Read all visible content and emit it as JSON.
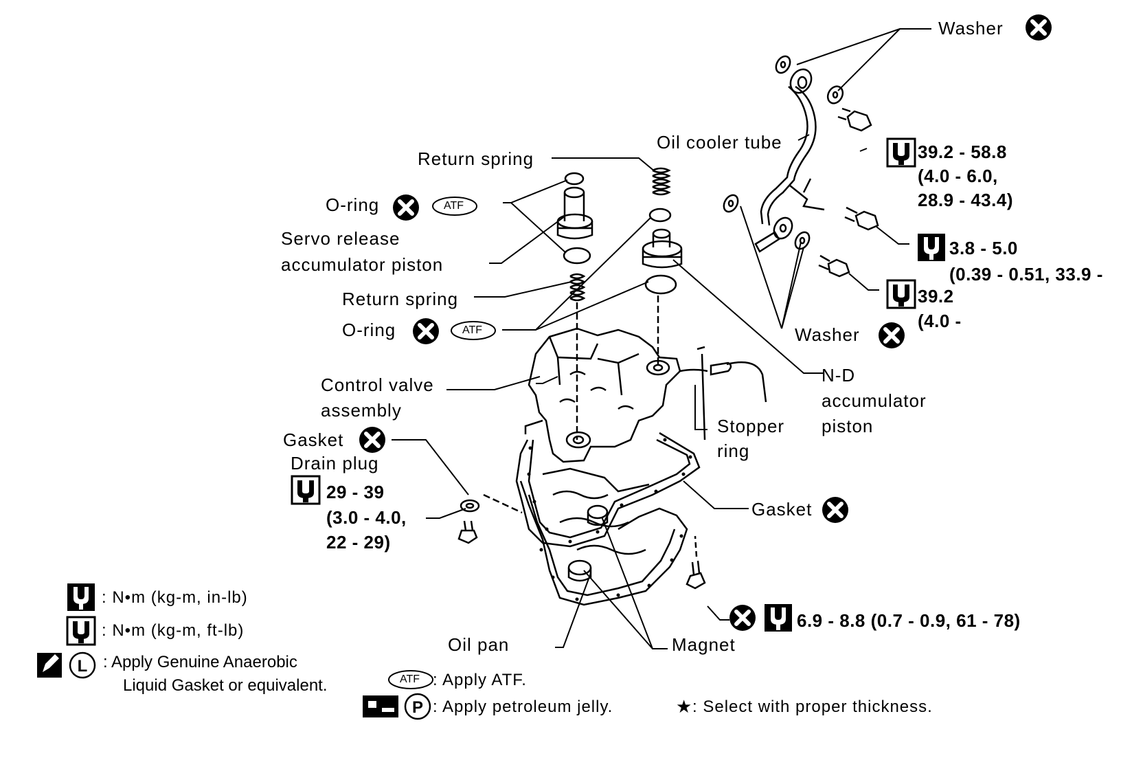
{
  "labels": {
    "washer_top": "Washer",
    "oil_cooler_tube": "Oil cooler tube",
    "return_spring_top": "Return spring",
    "oring_top": "O-ring",
    "servo_release_1": "Servo release",
    "servo_release_2": "accumulator piston",
    "return_spring_mid": "Return spring",
    "oring_mid": "O-ring",
    "control_valve_1": "Control valve",
    "control_valve_2": "assembly",
    "gasket_top": "Gasket",
    "drain_plug": "Drain plug",
    "washer_bottom": "Washer",
    "nd_1": "N-D",
    "nd_2": "accumulator",
    "nd_3": "piston",
    "stopper_1": "Stopper",
    "stopper_2": "ring",
    "gasket_pan": "Gasket",
    "oil_pan": "Oil pan",
    "magnet": "Magnet",
    "atf_badge": "ATF"
  },
  "torques": {
    "t1_a": "39.2 - 58.8",
    "t1_b": "(4.0 - 6.0,",
    "t1_c": "28.9 - 43.4)",
    "t2_a": "3.8  -  5.0",
    "t2_b": "(0.39  -  0.51,  33.9  -",
    "t3_a": "39.2",
    "t3_b": "(4.0 -",
    "drain_a": "29  -  39",
    "drain_b": "(3.0  -  4.0,",
    "drain_c": "22  -  29)",
    "pan": "6.9 - 8.8 (0.7 - 0.9, 61 - 78)"
  },
  "legend": {
    "nm_inlb": ":  N•m  (kg-m,  in-lb)",
    "nm_ftlb": ":  N•m  (kg-m,  ft-lb)",
    "anaerobic_1": ":  Apply Genuine Anaerobic",
    "anaerobic_2": "Liquid Gasket or equivalent.",
    "apply_atf": ":  Apply  ATF.",
    "petroleum": ":  Apply  petroleum  jelly.",
    "star_note": ":  Select  with  proper  thickness.",
    "star_glyph": "★",
    "l_glyph": "L",
    "p_glyph": "P"
  }
}
